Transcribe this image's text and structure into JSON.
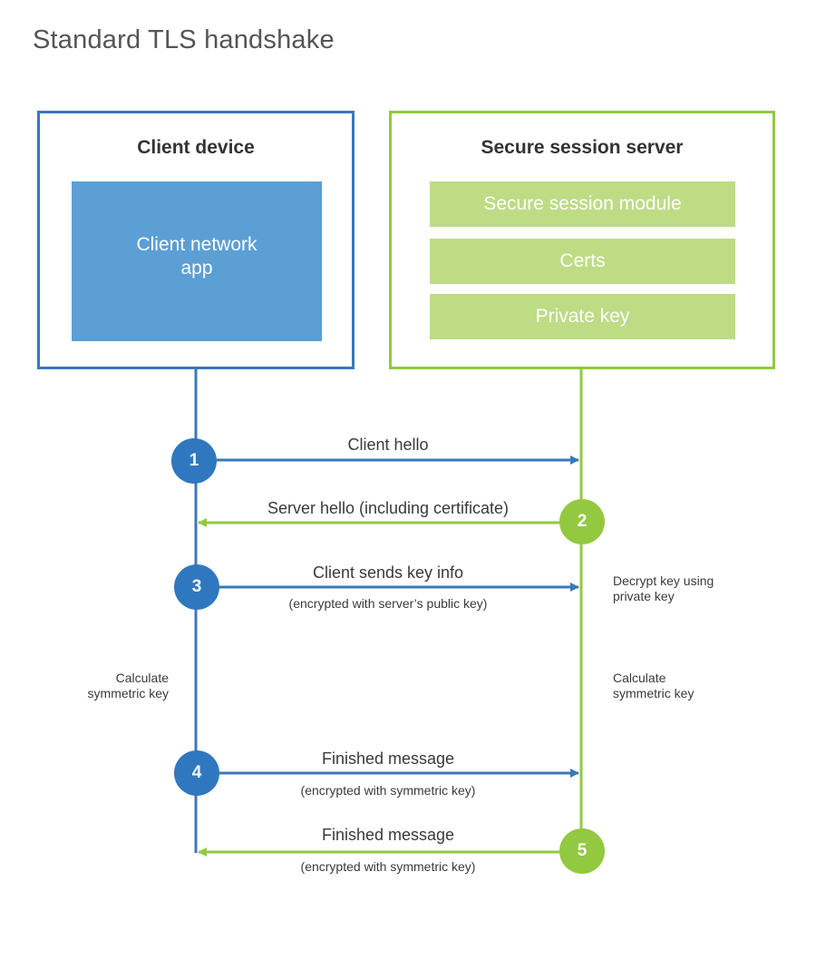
{
  "title": "Standard TLS handshake",
  "client": {
    "title": "Client device",
    "app": "Client network app"
  },
  "server": {
    "title": "Secure session server",
    "components": [
      "Secure session module",
      "Certs",
      "Private key"
    ]
  },
  "colors": {
    "client": "#3a78b8",
    "server": "#92c940",
    "client_fill": "#5b9fd5",
    "server_fill": "#bddc84"
  },
  "steps": [
    {
      "number": "1",
      "label": "Client hello",
      "sublabel": "",
      "direction": "client-to-server"
    },
    {
      "number": "2",
      "label": "Server hello (including certificate)",
      "sublabel": "",
      "direction": "server-to-client"
    },
    {
      "number": "3",
      "label": "Client sends key info",
      "sublabel": "(encrypted with server’s public key)",
      "direction": "client-to-server"
    },
    {
      "number": "4",
      "label": "Finished message",
      "sublabel": "(encrypted with symmetric key)",
      "direction": "client-to-server"
    },
    {
      "number": "5",
      "label": "Finished message",
      "sublabel": "(encrypted with symmetric key)",
      "direction": "server-to-client"
    }
  ],
  "notes": {
    "server_decrypt": "Decrypt key using\nprivate key",
    "client_calc": "Calculate\nsymmetric key",
    "server_calc": "Calculate\nsymmetric key"
  }
}
